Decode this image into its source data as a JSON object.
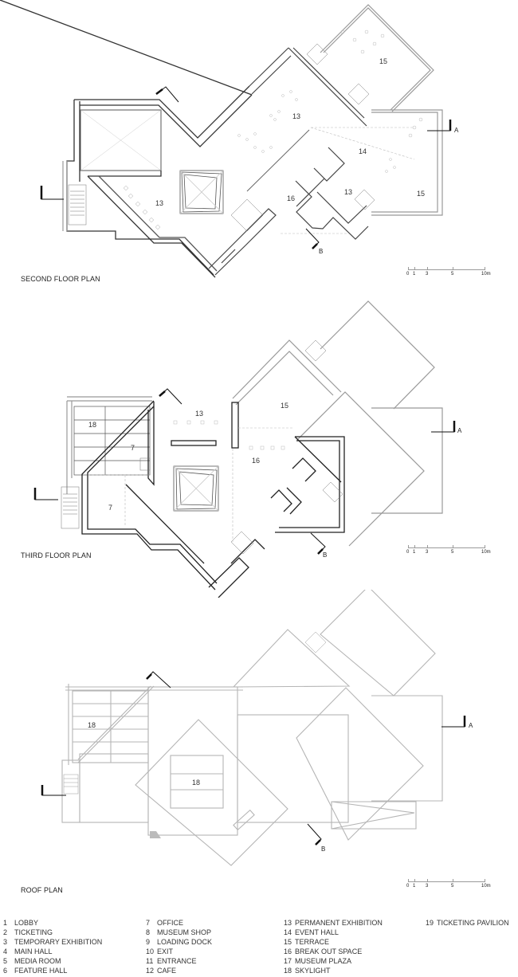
{
  "plans": [
    {
      "title": "SECOND FLOOR PLAN",
      "room_labels": [
        "13",
        "13",
        "13",
        "14",
        "15",
        "15",
        "16"
      ],
      "section_markers": [
        "A",
        "B"
      ]
    },
    {
      "title": "THIRD FLOOR PLAN",
      "room_labels": [
        "13",
        "15",
        "16",
        "18",
        "7",
        "7"
      ],
      "section_markers": [
        "A",
        "B"
      ]
    },
    {
      "title": "ROOF PLAN",
      "room_labels": [
        "18",
        "18"
      ],
      "section_markers": [
        "A",
        "B"
      ]
    }
  ],
  "scale_bar": {
    "ticks": [
      "0",
      "1",
      "3",
      "5",
      "10m"
    ]
  },
  "legend": [
    {
      "num": "1",
      "label": "LOBBY"
    },
    {
      "num": "2",
      "label": "TICKETING"
    },
    {
      "num": "3",
      "label": "TEMPORARY EXHIBITION"
    },
    {
      "num": "4",
      "label": "MAIN HALL"
    },
    {
      "num": "5",
      "label": "MEDIA ROOM"
    },
    {
      "num": "6",
      "label": "FEATURE HALL"
    },
    {
      "num": "7",
      "label": "OFFICE"
    },
    {
      "num": "8",
      "label": "MUSEUM SHOP"
    },
    {
      "num": "9",
      "label": "LOADING DOCK"
    },
    {
      "num": "10",
      "label": "EXIT"
    },
    {
      "num": "11",
      "label": "ENTRANCE"
    },
    {
      "num": "12",
      "label": "CAFE"
    },
    {
      "num": "13",
      "label": "PERMANENT EXHIBITION"
    },
    {
      "num": "14",
      "label": "EVENT HALL"
    },
    {
      "num": "15",
      "label": "TERRACE"
    },
    {
      "num": "16",
      "label": "BREAK OUT SPACE"
    },
    {
      "num": "17",
      "label": "MUSEUM PLAZA"
    },
    {
      "num": "18",
      "label": "SKYLIGHT"
    },
    {
      "num": "19",
      "label": "TICKETING PAVILION"
    }
  ]
}
